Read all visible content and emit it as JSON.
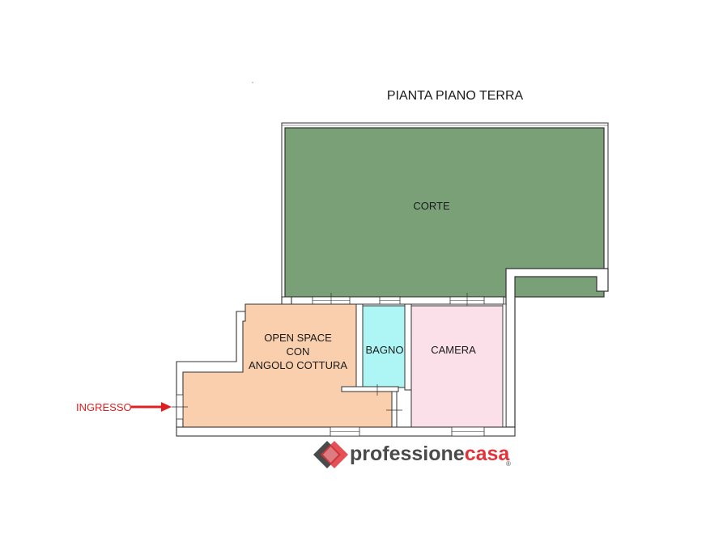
{
  "plan": {
    "title": "PIANTA PIANO TERRA",
    "rooms": {
      "corte": "CORTE",
      "open_space_line1": "OPEN SPACE",
      "open_space_line2": "CON",
      "open_space_line3": "ANGOLO COTTURA",
      "bagno": "BAGNO",
      "camera": "CAMERA"
    },
    "entrance_label": "INGRESSO"
  },
  "colors": {
    "corte": "#7aa078",
    "open_space": "#f9cfae",
    "bagno": "#aef5f5",
    "camera": "#fbe0ea",
    "entrance_arrow": "#e02020",
    "logo_dark": "#4a4a4a",
    "logo_accent": "#e2323a"
  },
  "watermark": {
    "brand_main": "professione",
    "brand_accent": "casa",
    "registered": "®"
  }
}
